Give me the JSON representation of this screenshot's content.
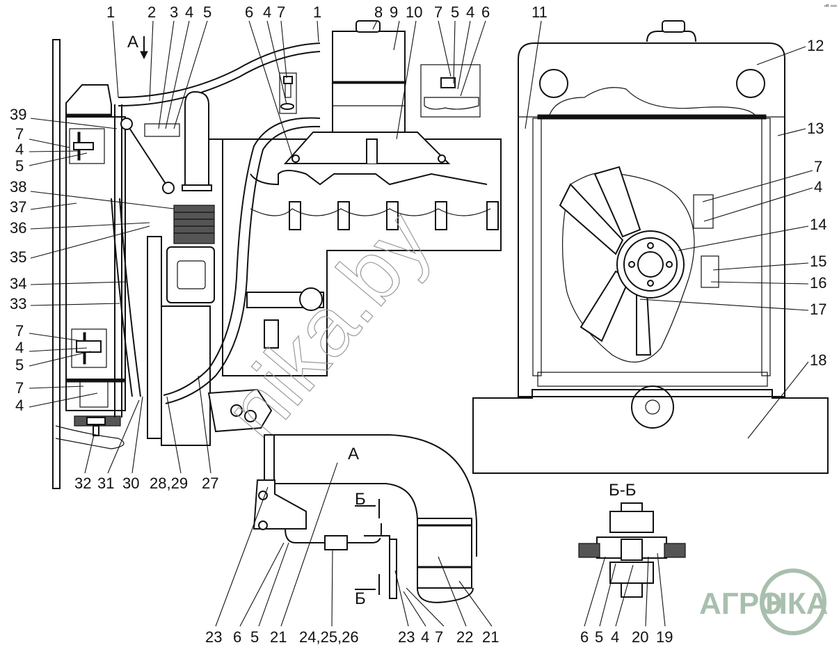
{
  "diagram": {
    "title": "Engine cooling system assembly",
    "view_label_a": "А",
    "view_label_a_detail": "А",
    "section_label": "Б-Б",
    "section_mark_top": "Б",
    "section_mark_bottom": "Б",
    "watermark": "nika.by",
    "logo": {
      "left": "АГРО",
      "right": "НКА",
      "color": "#a9bfae"
    },
    "corner_mark": "ᵉᴿ ᵒᵒᵒ"
  },
  "callouts": {
    "top_left": [
      "1",
      "2",
      "3",
      "4",
      "5",
      "6",
      "4",
      "7",
      "1",
      "8",
      "9",
      "10",
      "7",
      "5",
      "4",
      "6",
      "11"
    ],
    "left_side": [
      "39",
      "7",
      "4",
      "5",
      "38",
      "37",
      "36",
      "35",
      "34",
      "33",
      "7",
      "4",
      "5",
      "7",
      "4"
    ],
    "bottom_left": [
      "32",
      "31",
      "30",
      "28,29",
      "27"
    ],
    "right_side": [
      "12",
      "13",
      "7",
      "4",
      "14",
      "15",
      "16",
      "17",
      "18"
    ],
    "view_a_bottom": [
      "23",
      "6",
      "5",
      "21",
      "24,25,26",
      "23",
      "4",
      "7",
      "22",
      "21"
    ],
    "section_bottom": [
      "6",
      "5",
      "4",
      "20",
      "19"
    ]
  }
}
